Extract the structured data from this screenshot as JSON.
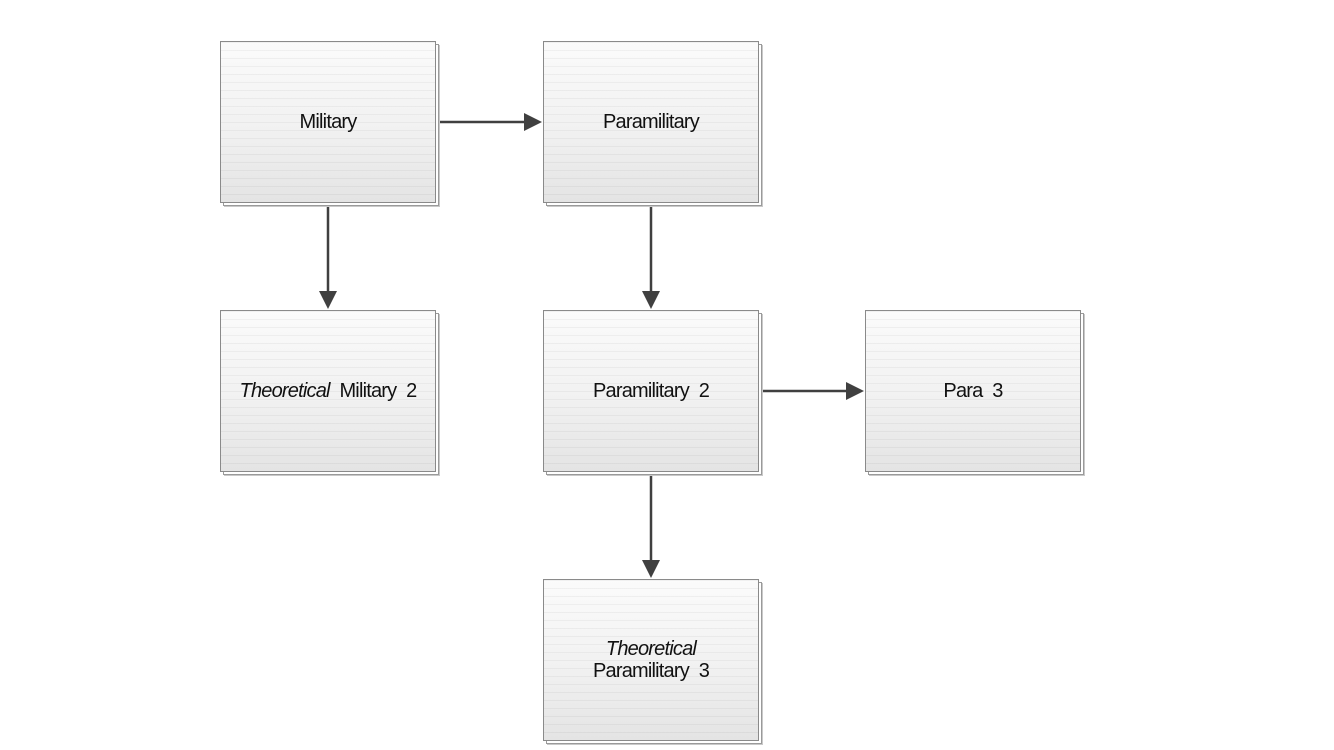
{
  "diagram": {
    "nodes": {
      "military": {
        "label": "Military"
      },
      "paramilitary": {
        "label": "Paramilitary"
      },
      "theoretical_military_2": {
        "qualifier": "Theoretical",
        "label": "Military 2"
      },
      "paramilitary_2": {
        "label": "Paramilitary 2"
      },
      "para_3": {
        "label": "Para 3"
      },
      "theoretical_paramilitary_3": {
        "qualifier": "Theoretical",
        "label": "Paramilitary 3"
      }
    },
    "edges": [
      {
        "from": "Military",
        "to": "Paramilitary"
      },
      {
        "from": "Military",
        "to": "Theoretical Military 2"
      },
      {
        "from": "Paramilitary",
        "to": "Paramilitary 2"
      },
      {
        "from": "Paramilitary 2",
        "to": "Para 3"
      },
      {
        "from": "Paramilitary 2",
        "to": "Theoretical Paramilitary 3"
      }
    ],
    "colors": {
      "arrow": "#404040",
      "box_border": "#8a8a8a"
    }
  }
}
